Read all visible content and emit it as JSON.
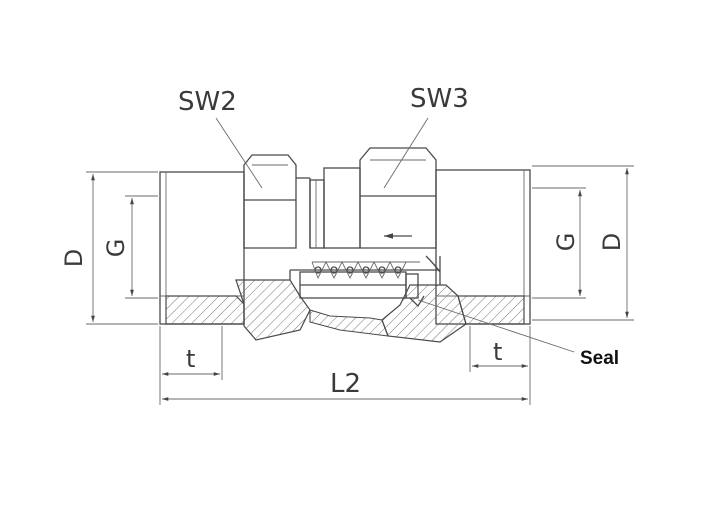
{
  "labels": {
    "sw2": "SW2",
    "sw3": "SW3",
    "d_left": "D",
    "g_left": "G",
    "g_right": "G",
    "d_right": "D",
    "t_left": "t",
    "t_right": "t",
    "l2": "L2",
    "seal": "Seal"
  }
}
